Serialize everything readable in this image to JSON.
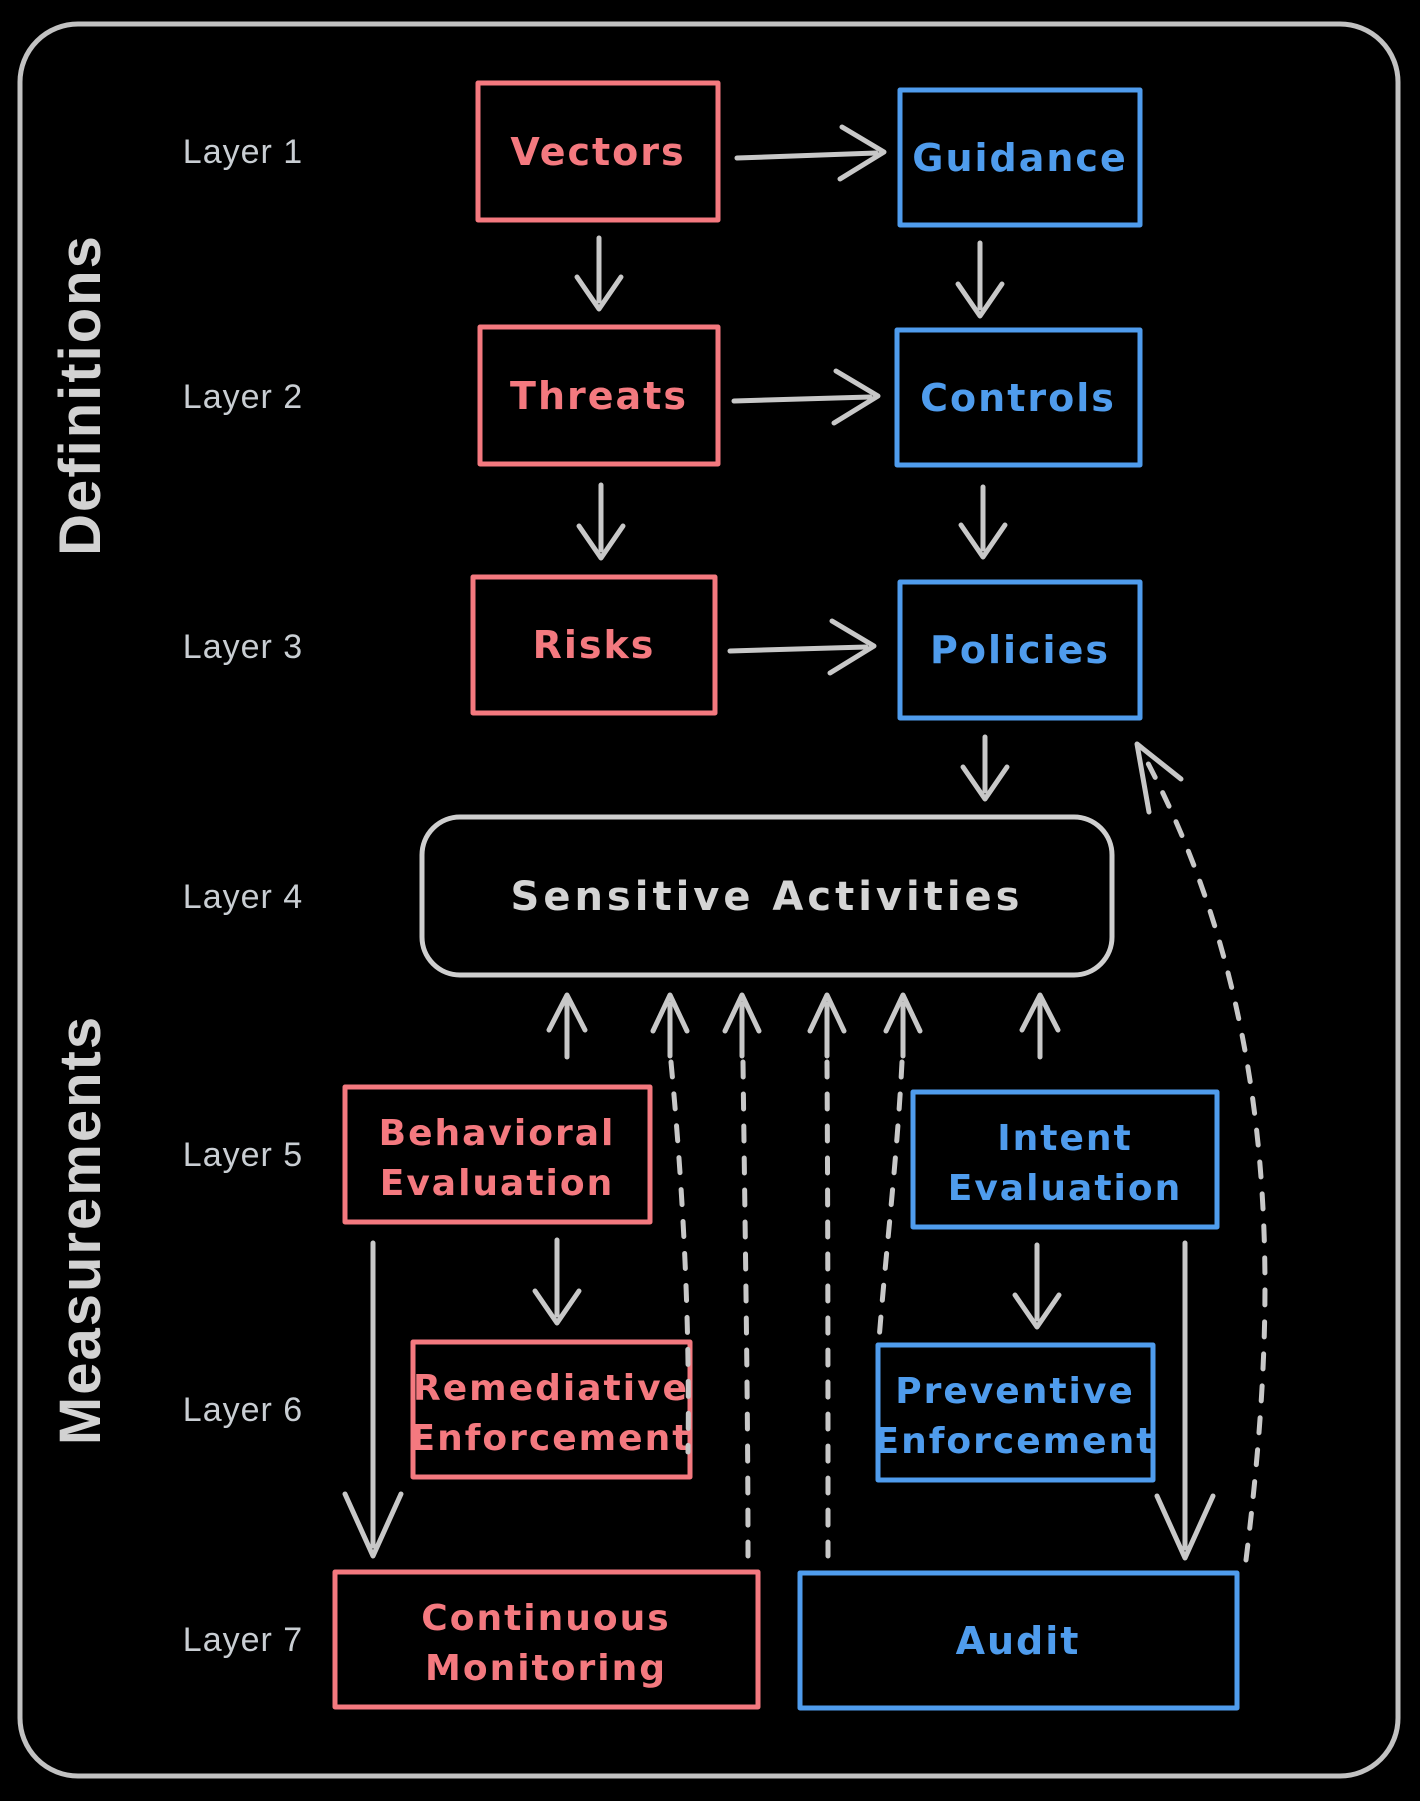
{
  "colors": {
    "red": "#f4797f",
    "blue": "#4f9ced",
    "arrow": "#c8c8c8",
    "outer_border": "#c2c2c2",
    "layer_label": "#c9ced3",
    "side_label": "#d2d2d2",
    "sa_border": "#cfcfcf",
    "sa_text": "#d4d4d4",
    "background": "#000000"
  },
  "side_labels": {
    "definitions": "Definitions",
    "measurements": "Measurements"
  },
  "layers": [
    {
      "label": "Layer 1"
    },
    {
      "label": "Layer 2"
    },
    {
      "label": "Layer 3"
    },
    {
      "label": "Layer 4"
    },
    {
      "label": "Layer 5"
    },
    {
      "label": "Layer 6"
    },
    {
      "label": "Layer 7"
    }
  ],
  "boxes": {
    "vectors": {
      "label": "Vectors"
    },
    "guidance": {
      "label": "Guidance"
    },
    "threats": {
      "label": "Threats"
    },
    "controls": {
      "label": "Controls"
    },
    "risks": {
      "label": "Risks"
    },
    "policies": {
      "label": "Policies"
    },
    "sensitive_activities": {
      "label": "Sensitive Activities"
    },
    "behavioral_evaluation": {
      "line1": "Behavioral",
      "line2": "Evaluation"
    },
    "intent_evaluation": {
      "line1": "Intent",
      "line2": "Evaluation"
    },
    "remediative_enforcement": {
      "line1": "Remediative",
      "line2": "Enforcement"
    },
    "preventive_enforcement": {
      "line1": "Preventive",
      "line2": "Enforcement"
    },
    "continuous_monitoring": {
      "line1": "Continuous",
      "line2": "Monitoring"
    },
    "audit": {
      "label": "Audit"
    }
  }
}
